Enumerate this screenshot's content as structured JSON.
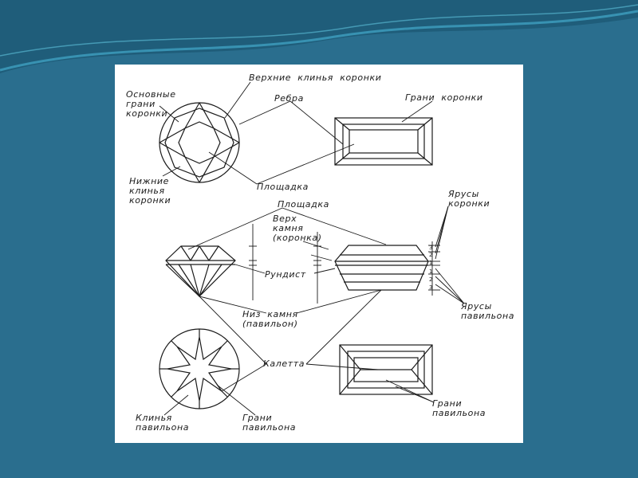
{
  "slide": {
    "background_color": "#2a6e8e",
    "wave_color": "#3ea0c0",
    "sheet_color": "#ffffff"
  },
  "labels": {
    "main_crown_facets": "Основные\nграни\nкоронки",
    "upper_crown_wedges": "Верхние  клинья  коронки",
    "edges": "Ребра",
    "crown_facets": "Грани  коронки",
    "lower_crown_wedges": "Нижние\nклинья\nкоронки",
    "table_top": "Площадка",
    "table_mid": "Площадка",
    "crown_tiers": "Ярусы\nкоронки",
    "top_of_stone": "Верх\nкамня\n(коронка)",
    "girdle": "Рундист",
    "bottom_of_stone": "Низ  камня\n(павильон)",
    "pavilion_tiers": "Ярусы\nпавильона",
    "culet": "Калетта",
    "pavilion_wedges": "Клинья\nпавильона",
    "pavilion_facets_left": "Грани\nпавильона",
    "pavilion_facets_right": "Грани\nпавильона",
    "tier_numbers": [
      "3",
      "2",
      "1",
      "1",
      "2",
      "3"
    ]
  }
}
